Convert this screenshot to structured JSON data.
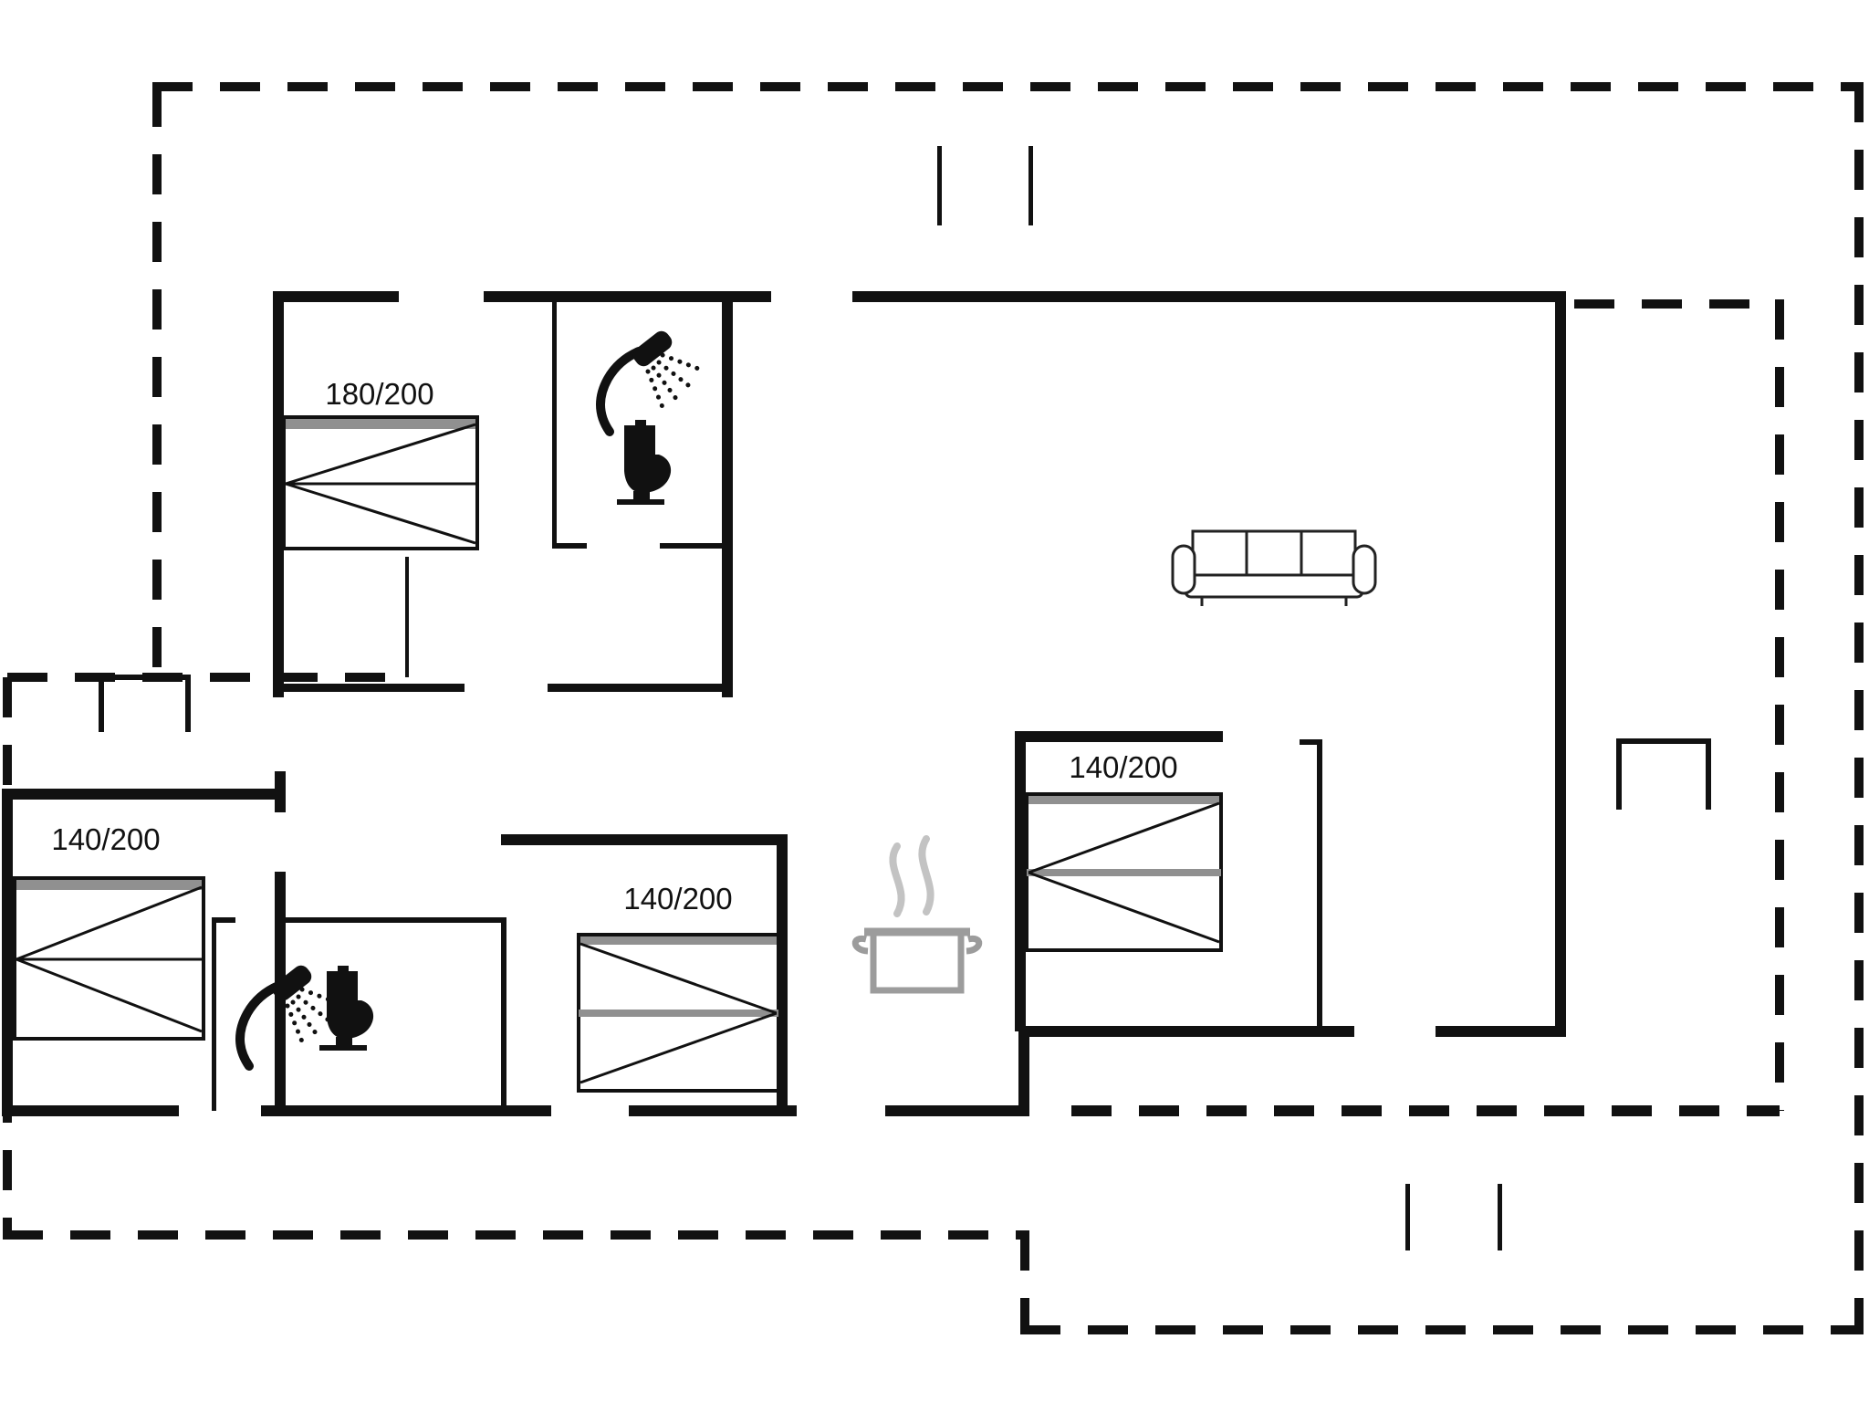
{
  "drawing": {
    "kind": "holiday-house floor plan",
    "background": "white",
    "rooms_implied": [
      "bedroom with 180/200 bed",
      "bathroom with shower and toilet",
      "living room with sofa",
      "kitchen area with cooking pot",
      "second bathroom with shower and toilet",
      "three bedrooms with 140/200 beds",
      "terraces marked with dashed boundary"
    ]
  },
  "beds": [
    {
      "id": "bed-1",
      "label": "180/200"
    },
    {
      "id": "bed-2",
      "label": "140/200"
    },
    {
      "id": "bed-3",
      "label": "140/200"
    },
    {
      "id": "bed-4",
      "label": "140/200"
    }
  ],
  "icons": [
    "shower-icon",
    "toilet-icon",
    "sofa-icon",
    "cooking-pot-icon",
    "steam-icon",
    "terrace-u-icon"
  ],
  "colors": {
    "background": "#ffffff",
    "wall": "#111111",
    "line": "#111111",
    "accent": "#909090",
    "pot": "#9c9c9c",
    "steam": "#c3c3c3",
    "sofa": "#222222"
  }
}
